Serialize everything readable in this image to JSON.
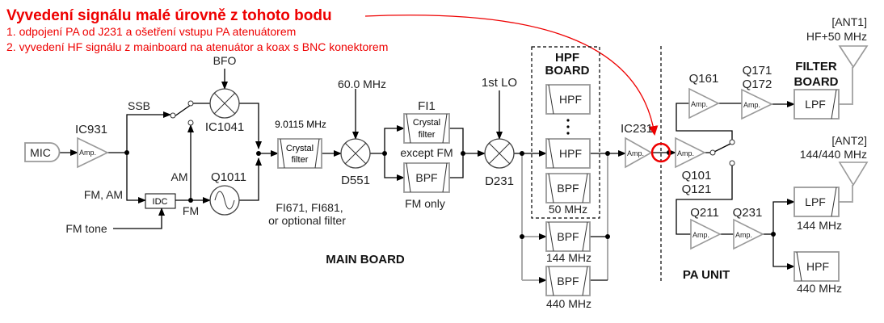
{
  "annotation": {
    "title": "Vyvedení signálu malé úrovně z tohoto bodu",
    "line1": "1. odpojení PA od J231 a ošetření vstupu PA atenuátorem",
    "line2": "2. vyvedení HF signálu z mainboard na atenuátor a koax s BNC konektorem",
    "color": "#ee0000"
  },
  "main_board": {
    "label": "MAIN BOARD",
    "mic": "MIC",
    "amp": "Amp.",
    "ic931": "IC931",
    "ssb": "SSB",
    "fm_am": "FM, AM",
    "bfo": "BFO",
    "ic1041": "IC1041",
    "am": "AM",
    "fm": "FM",
    "idc": "IDC",
    "fm_tone": "FM tone",
    "q1011": "Q1011",
    "if_freq": "9.0115 MHz",
    "crystal": "Crystal",
    "filter": "filter",
    "fi_note1": "FI671, FI681,",
    "fi_note2": "or optional filter",
    "lo60": "60.0 MHz",
    "d551": "D551",
    "fi1": "FI1",
    "except_fm": "except FM",
    "bpf": "BPF",
    "fm_only": "FM only",
    "lo1": "1st LO",
    "d231": "D231",
    "hpf": "HPF",
    "bpf144": "144 MHz",
    "bpf440": "440 MHz",
    "ic231": "IC231"
  },
  "hpf_board": {
    "title1": "HPF",
    "title2": "BOARD",
    "hpf": "HPF",
    "bpf": "BPF",
    "bpf50": "50 MHz"
  },
  "pa_unit": {
    "label": "PA UNIT",
    "q101": "Q101",
    "q121": "Q121",
    "q161": "Q161",
    "q171": "Q171",
    "q172": "Q172",
    "q211": "Q211",
    "q231": "Q231",
    "lpf": "LPF",
    "hpf": "HPF",
    "lpf144": "144 MHz",
    "hpf440": "440 MHz"
  },
  "filter_board": {
    "title1": "FILTER",
    "title2": "BOARD"
  },
  "antennas": {
    "ant1": "[ANT1]",
    "ant1_band": "HF+50 MHz",
    "ant2": "[ANT2]",
    "ant2_band": "144/440 MHz"
  }
}
